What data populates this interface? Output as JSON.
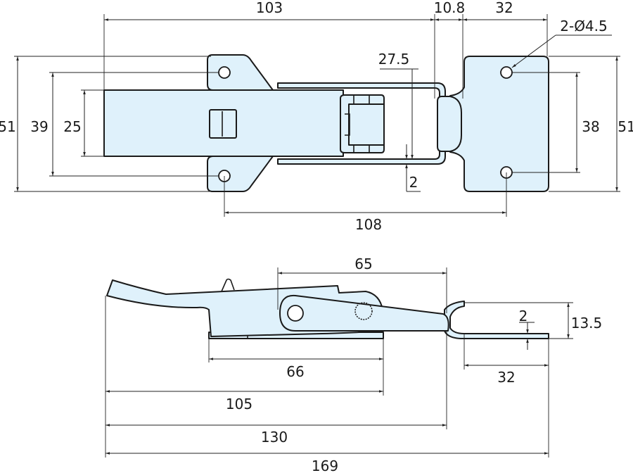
{
  "top_view": {
    "dim_overall_length": "103",
    "dim_hook_offset": "10.8",
    "dim_keeper_width": "32",
    "dim_hole_spec": "2-Ø4.5",
    "dim_loop_height": "27.5",
    "dim_left_height": "51",
    "dim_left_hole_pitch": "39",
    "dim_lever_width": "25",
    "dim_right_hole_pitch": "38",
    "dim_right_height": "51",
    "dim_wire": "2",
    "dim_hole_spacing": "108"
  },
  "side_view": {
    "dim_loop_reach": "65",
    "dim_keeper_height": "13.5",
    "dim_keeper_thickness": "2",
    "dim_base_length": "66",
    "dim_keeper_length": "32",
    "dim_base_to_end": "105",
    "dim_closed_length": "130",
    "dim_total_length": "169"
  },
  "colors": {
    "fill": "#dff1fb",
    "line": "#1a1a1a"
  }
}
